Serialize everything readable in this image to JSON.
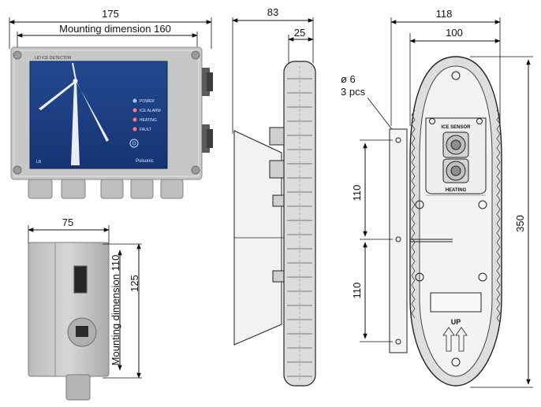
{
  "controller_front": {
    "dim_width": "175",
    "dim_mounting": "Mounting dimension 160",
    "screen_title": "LID ICE DETECTOR",
    "screen_brand": "Pulsonic",
    "screen_code": "LB",
    "leds": [
      "POWER",
      "ICE ALARM",
      "HEATING",
      "FAULT"
    ]
  },
  "controller_side": {
    "dim_depth": "75",
    "dim_mounting": "Mounting dimension 110",
    "dim_height": "125"
  },
  "sensor_side": {
    "dim_depth": "83",
    "dim_bracket": "25"
  },
  "sensor_front": {
    "dim_width": "118",
    "dim_inner": "100",
    "dim_height": "350",
    "dim_upper": "110",
    "dim_lower": "110",
    "hole_note_1": "ø 6",
    "hole_note_2": "3 pcs",
    "connector_top": "ICE SENSOR",
    "connector_bottom": "HEATING",
    "label_up": "UP"
  },
  "colors": {
    "housing": "#c8c9cb",
    "screen": "#1d3f88",
    "line": "#111111"
  }
}
